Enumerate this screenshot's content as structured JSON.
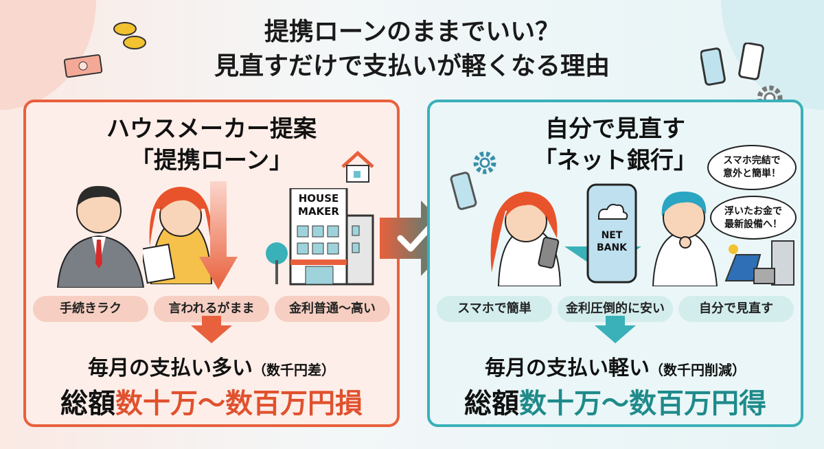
{
  "title": {
    "line1": "提携ローンのままでいい？",
    "line2": "見直すだけで支払いが軽くなる理由"
  },
  "left": {
    "heading1": "ハウスメーカー提案",
    "heading2": "「提携ローン」",
    "building_sign1": "HOUSE",
    "building_sign2": "MAKER",
    "pills": [
      "手続きラク",
      "言われるがまま",
      "金利普通〜高い"
    ],
    "result1": "毎月の支払い多い",
    "result1_note": "（数千円差）",
    "result2_prefix": "総額",
    "result2_highlight": "数十万〜数百万円損"
  },
  "right": {
    "heading1": "自分で見直す",
    "heading2": "「ネット銀行」",
    "phone_label1": "NET",
    "phone_label2": "BANK",
    "bubble1": [
      "スマホ完結で",
      "意外と簡単！"
    ],
    "bubble2": [
      "浮いたお金で",
      "最新設備へ！"
    ],
    "pills": [
      "スマホで簡単",
      "金利圧倒的に安い",
      "自分で見直す"
    ],
    "result1": "毎月の支払い軽い",
    "result1_note": "（数千円削減）",
    "result2_prefix": "総額",
    "result2_highlight": "数十万〜数百万円得"
  },
  "colors": {
    "left_accent": "#e8603c",
    "right_accent": "#3ab0b8",
    "left_highlight": "#e0512e",
    "right_highlight": "#1f8a8a"
  }
}
